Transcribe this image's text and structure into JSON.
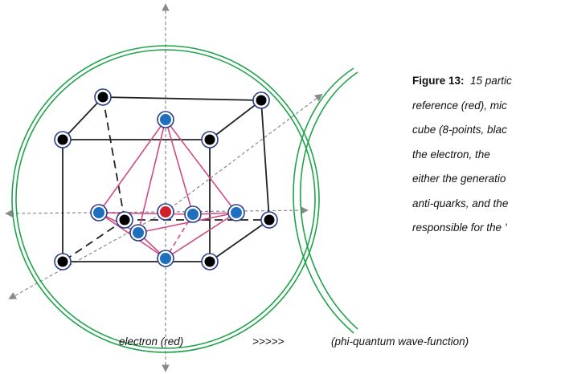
{
  "figure": {
    "label": "Figure 13:",
    "caption_lines": [
      "15 partic",
      "reference (red), mic",
      "cube (8-points, blac",
      "the  electron,  the",
      "either  the  generatio",
      "anti-quarks, and the",
      "responsible for the '"
    ]
  },
  "bottom_labels": {
    "left": "electron (red)",
    "arrows": ">>>>>",
    "right": "(phi-quantum wave-function)"
  },
  "colors": {
    "circle": "#1fa34a",
    "cube_edges": "#222222",
    "octahedron_edges": "#d04a86",
    "cube_points": "#000000",
    "octahedron_points": "#1e6fc0",
    "reference_point": "#d0202a",
    "point_ring": "#2a3c8c",
    "axes": "#8a8a8a"
  },
  "counts": {
    "cube_points": 8,
    "octahedron_points": 6,
    "reference_points": 1
  }
}
